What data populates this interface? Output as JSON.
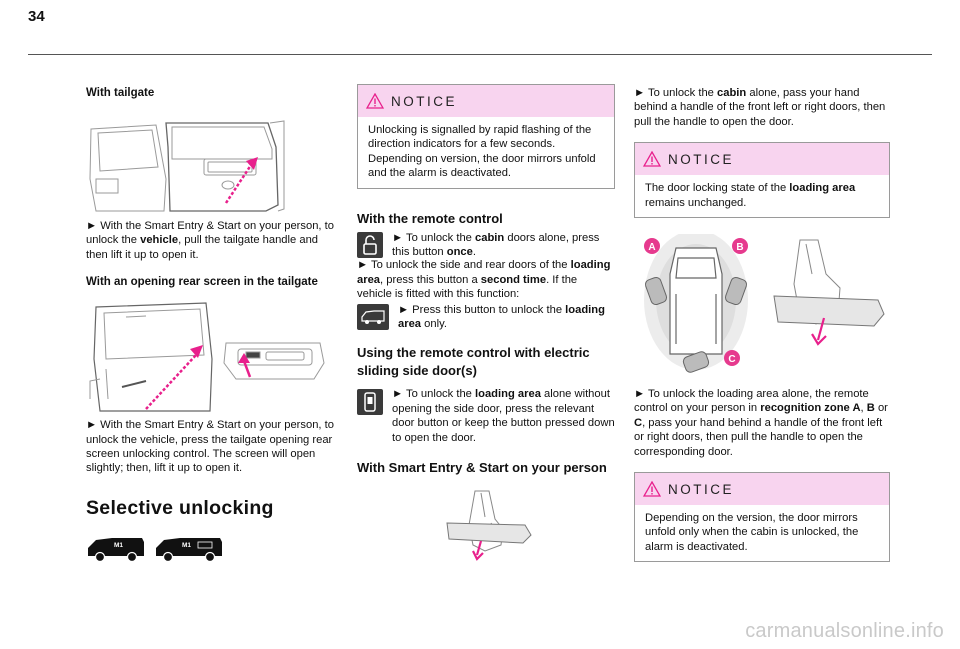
{
  "page": {
    "number": "34"
  },
  "col1": {
    "heading_tailgate": "With tailgate",
    "p_tailgate": [
      {
        "t": "► ",
        "b": false
      },
      {
        "t": "With the Smart Entry & Start on your person, to unlock the ",
        "b": false
      },
      {
        "t": "vehicle",
        "b": true
      },
      {
        "t": ", pull the tailgate handle and then lift it up to open it.",
        "b": false
      }
    ],
    "heading_rear_screen": "With an opening rear screen in the tailgate",
    "p_rear_screen": "► With the Smart Entry & Start on your person, to unlock the vehicle, press the tailgate opening rear screen unlocking control. The screen will open slightly; then, lift it up to open it.",
    "section_title": "Selective unlocking",
    "van_labels": [
      "M1",
      "M1"
    ]
  },
  "col2": {
    "notice_title": "NOTICE",
    "notice_text": "Unlocking is signalled by rapid flashing of the direction indicators for a few seconds. Depending on version, the door mirrors unfold and the alarm is deactivated.",
    "heading_remote": "With the remote control",
    "p_remote_1": [
      {
        "t": "► To unlock the ",
        "b": false
      },
      {
        "t": "cabin",
        "b": true
      },
      {
        "t": " doors alone, press this button ",
        "b": false
      },
      {
        "t": "once",
        "b": true
      },
      {
        "t": ".",
        "b": false
      }
    ],
    "p_remote_2": [
      {
        "t": "► To unlock the side and rear doors of the ",
        "b": false
      },
      {
        "t": "loading area",
        "b": true
      },
      {
        "t": ", press this button a ",
        "b": false
      },
      {
        "t": "second time",
        "b": true
      },
      {
        "t": ". If the vehicle is fitted with this function:",
        "b": false
      }
    ],
    "p_remote_3": [
      {
        "t": "► Press this button to unlock the ",
        "b": false
      },
      {
        "t": "loading area",
        "b": true
      },
      {
        "t": " only.",
        "b": false
      }
    ],
    "heading_electric": "Using the remote control with electric sliding side door(s)",
    "p_electric": [
      {
        "t": "► To unlock the ",
        "b": false
      },
      {
        "t": "loading area",
        "b": true
      },
      {
        "t": " alone without opening the side door, press the relevant door button or keep the button pressed down to open the door.",
        "b": false
      }
    ],
    "heading_smart": "With Smart Entry & Start on your person"
  },
  "col3": {
    "p_cabin": [
      {
        "t": "► To unlock the ",
        "b": false
      },
      {
        "t": "cabin",
        "b": true
      },
      {
        "t": " alone, pass your hand behind a handle of the front left or right doors, then pull the handle to open the door.",
        "b": false
      }
    ],
    "notice1_title": "NOTICE",
    "notice1_text": [
      {
        "t": "The door locking state of the ",
        "b": false
      },
      {
        "t": "loading area",
        "b": true
      },
      {
        "t": " remains unchanged.",
        "b": false
      }
    ],
    "zone_labels": [
      "A",
      "B",
      "C"
    ],
    "p_loading": [
      {
        "t": "► To unlock the loading area alone, the remote control on your person in ",
        "b": false
      },
      {
        "t": "recognition zone A",
        "b": true
      },
      {
        "t": ", ",
        "b": false
      },
      {
        "t": "B",
        "b": true
      },
      {
        "t": " or ",
        "b": false
      },
      {
        "t": "C",
        "b": true
      },
      {
        "t": ", pass your hand behind a handle of the front left or right doors, then pull the handle to open the corresponding door.",
        "b": false
      }
    ],
    "notice2_title": "NOTICE",
    "notice2_text": "Depending on the version, the door mirrors unfold only when the cabin is unlocked, the alarm is deactivated."
  },
  "footer": {
    "watermark": "carmanualsonline.info"
  },
  "colors": {
    "notice_bg": "#f8d4ef",
    "accent_pink": "#e8208c",
    "zone_pink": "#e63a8e"
  }
}
